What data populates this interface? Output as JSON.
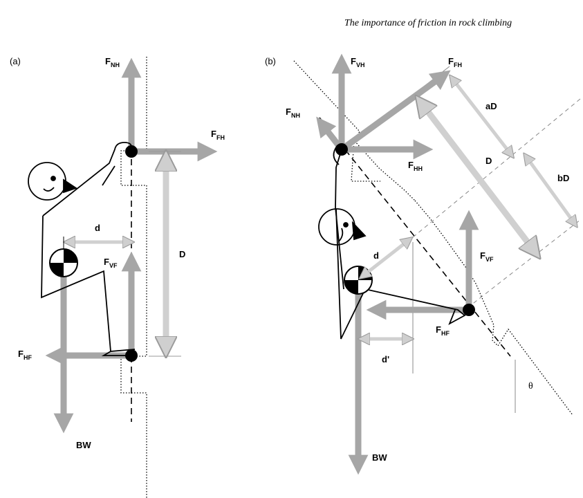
{
  "header": {
    "running_title": "The importance of friction in rock climbing"
  },
  "panel_a": {
    "tag": "(a)",
    "labels": {
      "fnh": {
        "main": "F",
        "sub": "NH"
      },
      "ffh": {
        "main": "F",
        "sub": "FH"
      },
      "fvf": {
        "main": "F",
        "sub": "VF"
      },
      "fhf": {
        "main": "F",
        "sub": "HF"
      },
      "d": "d",
      "D": "D",
      "bw": "BW"
    }
  },
  "panel_b": {
    "tag": "(b)",
    "labels": {
      "fvh": {
        "main": "F",
        "sub": "VH"
      },
      "ffh": {
        "main": "F",
        "sub": "FH"
      },
      "fnh": {
        "main": "F",
        "sub": "NH"
      },
      "fhh": {
        "main": "F",
        "sub": "HH"
      },
      "fvf": {
        "main": "F",
        "sub": "VF"
      },
      "fhf": {
        "main": "F",
        "sub": "HF"
      },
      "aD": "aD",
      "D": "D",
      "bD": "bD",
      "d": "d",
      "dprime": "d'",
      "theta": "θ",
      "bw": "BW"
    }
  },
  "colors": {
    "arrow": "#a6a6a6",
    "arrow_light": "#d0d0d0",
    "ink": "#000000"
  }
}
